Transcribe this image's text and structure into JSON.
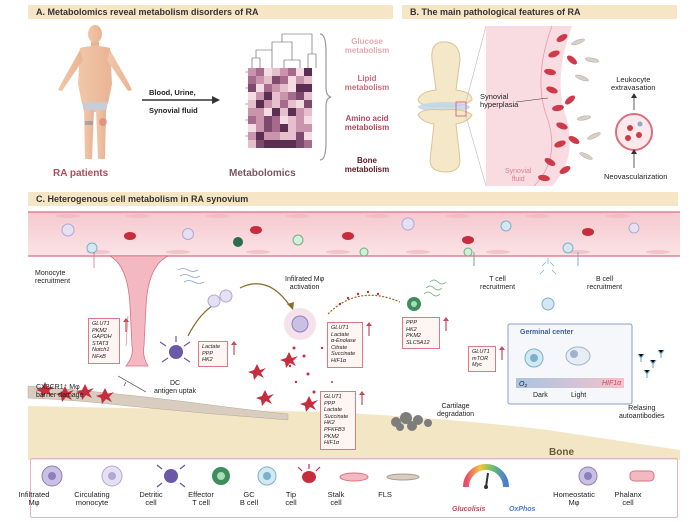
{
  "panelA": {
    "title": "A. Metabolomics reveal metabolism disorders of  RA",
    "patients_label": "RA patients",
    "samples_label_1": "Blood, Urine,",
    "samples_label_2": "Synovial fluid",
    "metabolomics_label": "Metabolomics",
    "metabolism_1_a": "Glucose",
    "metabolism_1_b": "metabolism",
    "metabolism_2_a": "Lipid",
    "metabolism_2_b": "metabolism",
    "metabolism_3_a": "Amino acid",
    "metabolism_3_b": "metabolism",
    "metabolism_4_a": "Bone",
    "metabolism_4_b": "metabolism",
    "colors": {
      "glucose": "#e7a7b3",
      "lipid": "#cc6a7c",
      "amino": "#b0485a",
      "bone": "#5b1a24"
    }
  },
  "panelB": {
    "title": "B. The main pathological features of RA",
    "synovial_hyperplasia_1": "Synovial",
    "synovial_hyperplasia_2": "hyperplasia",
    "synovial_fluid_1": "Synovial",
    "synovial_fluid_2": "fluid",
    "leukocyte_1": "Leukocyte",
    "leukocyte_2": "extravasation",
    "neovasc": "Neovascularization"
  },
  "panelC": {
    "title": "C. Heterogenous cell metabolism in RA synovium",
    "monocyte_recruitment_1": "Monocyte",
    "monocyte_recruitment_2": "recruitment",
    "infiltrated_activation_1": "Infilrated Mφ",
    "infiltrated_activation_2": "activation",
    "t_recruitment_1": "T cell",
    "t_recruitment_2": "recruitment",
    "b_recruitment_1": "B cell",
    "b_recruitment_2": "recruitment",
    "dc_1": "DC",
    "dc_2": "antigen uptak",
    "cx3cr1_1": "CX3CR1⁺ Mφ",
    "cx3cr1_2": "barrier damage",
    "cartilage_1": "Cartilage",
    "cartilage_2": "degradation",
    "bone": "Bone",
    "germinal_center": "Germinal center",
    "o2": "O₂",
    "hif": "HIF1α",
    "dark": "Dark",
    "light": "Light",
    "relasing_1": "Relasing",
    "relasing_2": "autoantibodies",
    "gene_box_monocyte": [
      "GLUT1",
      "PKM2",
      "GAPDH",
      "STAT3",
      "Notch1",
      "NFκB"
    ],
    "gene_box_dc": [
      "Lactate",
      "PPP",
      "HK2"
    ],
    "gene_box_mphi": [
      "GLUT1",
      "Lactate",
      "α-Enolase",
      "Citrate",
      "Succinate",
      "HIF1α"
    ],
    "gene_box_t": [
      "PPP",
      "HK2",
      "PKM2",
      "SLC5A12"
    ],
    "gene_box_tip": [
      "GLUT1",
      "PPP",
      "Lactate",
      "Succinate",
      "HK2",
      "PFKFB3",
      "PKM2",
      "HIF1α"
    ],
    "gene_box_b": [
      "GLUT1",
      "mTOR",
      "Myc"
    ]
  },
  "legend": {
    "items": [
      {
        "a": "Infiltrated",
        "b": "Mφ"
      },
      {
        "a": "Circulating",
        "b": "monocyte"
      },
      {
        "a": "Detritic",
        "b": "cell"
      },
      {
        "a": "Effector",
        "b": "T cell"
      },
      {
        "a": "GC",
        "b": "B cell"
      },
      {
        "a": "Tip",
        "b": "cell"
      },
      {
        "a": "Stalk",
        "b": "cell"
      },
      {
        "a": "FLS",
        "b": ""
      },
      {
        "a": "Homeostatic",
        "b": "Mφ"
      },
      {
        "a": "Phalanx",
        "b": "cell"
      }
    ],
    "glycolysis": "Glucolisis",
    "oxphos": "OxPhos"
  }
}
